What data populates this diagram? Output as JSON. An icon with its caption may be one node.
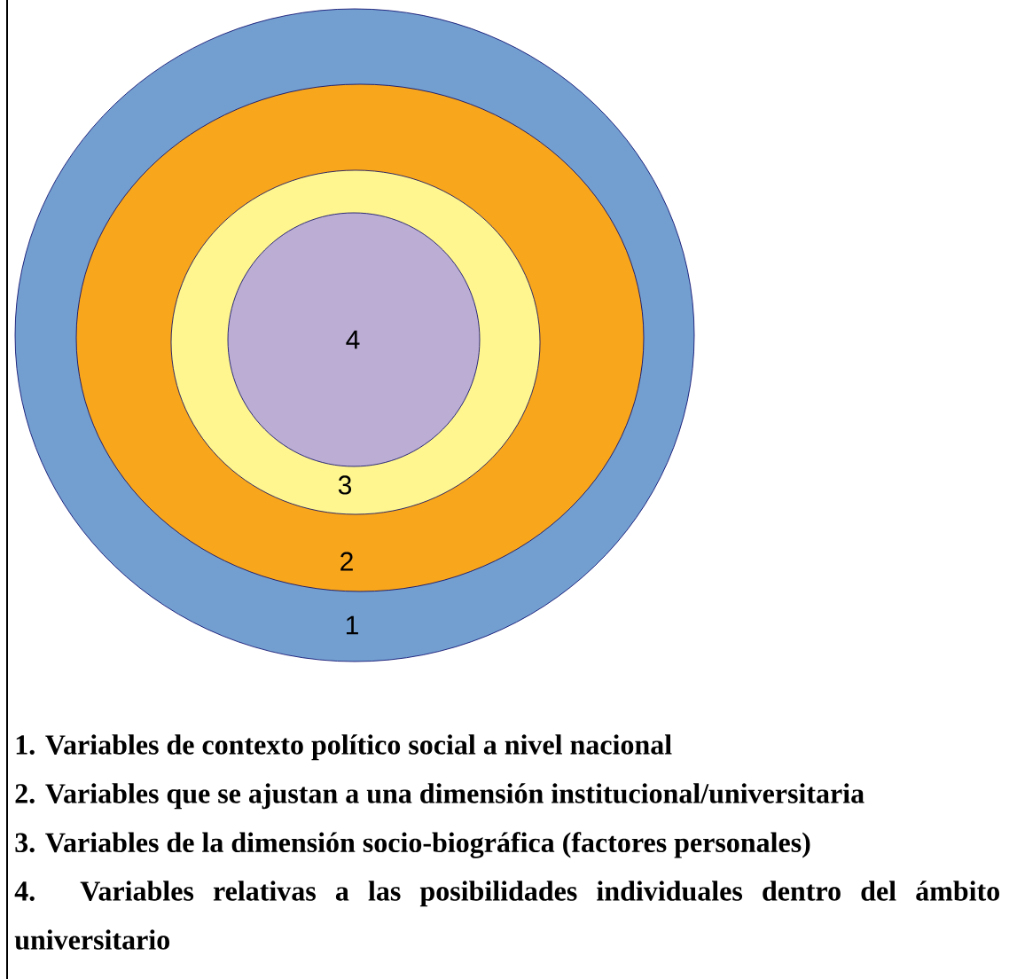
{
  "diagram": {
    "nodes": [
      {
        "text": [
          "1"
        ]
      },
      {
        "text": [
          "2"
        ],
        "in": 0
      },
      {
        "text": [
          "3"
        ],
        "in": 1
      },
      {
        "text": [
          "4"
        ],
        "in": 2
      }
    ],
    "labels": [
      "1. Variables de contexto político social a nivel nacional",
      "2. Variables que se ajustan a una dimensión institucional/universitaria",
      "3. Variables de la dimensión socio-biográfica (factores personales)",
      "4. Variables relativas a las posibilidades individuales dentro del ámbito universitario"
    ]
  }
}
